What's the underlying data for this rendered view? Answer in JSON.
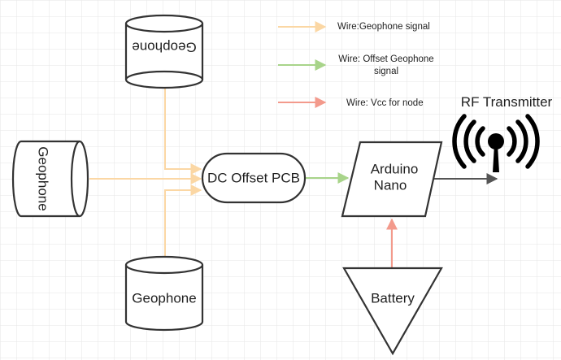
{
  "legend": {
    "geophone_signal": "Wire:Geophone signal",
    "offset_signal_line1": "Wire: Offset Geophone",
    "offset_signal_line2": "signal",
    "vcc": "Wire: Vcc for node"
  },
  "nodes": {
    "geophone_top": "Geophone",
    "geophone_left": "Geophone",
    "geophone_bottom": "Geophone",
    "dc_offset": "DC Offset PCB",
    "arduino_line1": "Arduino",
    "arduino_line2": "Nano",
    "battery": "Battery",
    "rf_transmitter": "RF Transmitter"
  },
  "colors": {
    "geophone_signal": "#fbd7a4",
    "offset_signal": "#a8d48a",
    "vcc": "#f39a8c",
    "control": "#555555",
    "grid": "#e4e4e4"
  },
  "icons": {
    "rf_transmitter": "antenna-broadcast-icon"
  }
}
